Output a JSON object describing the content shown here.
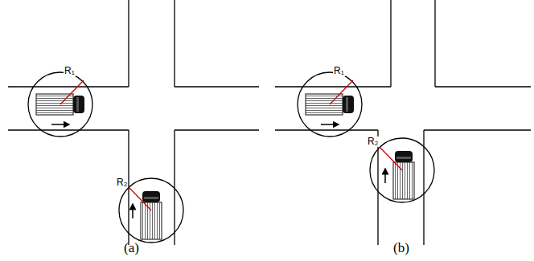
{
  "diagram": {
    "labels": [
      "R₁",
      "R₂",
      "(a)",
      "R₁",
      "R₂",
      "(b)"
    ]
  }
}
